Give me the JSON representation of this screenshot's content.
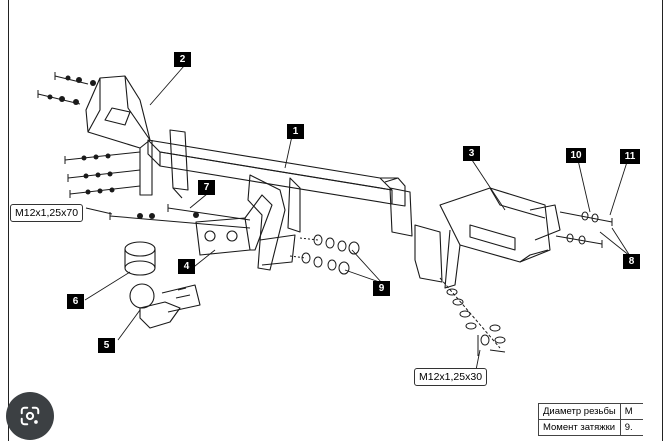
{
  "callouts": {
    "c1": "1",
    "c2": "2",
    "c3": "3",
    "c4": "4",
    "c5": "5",
    "c6": "6",
    "c7": "7",
    "c8": "8",
    "c9": "9",
    "c10": "10",
    "c11": "11"
  },
  "specs": {
    "bolt_long": "M12x1,25x70",
    "bolt_short": "M12x1,25x30"
  },
  "table": {
    "row1_label": "Диаметр резьбы",
    "row1_value": "M",
    "row2_label": "Момент затяжки",
    "row2_value": "9."
  },
  "icons": {
    "lens": "google-lens-icon"
  },
  "colors": {
    "line": "#1a1a1a",
    "callout_bg": "#000000",
    "lens_bg": "#3c4043"
  }
}
